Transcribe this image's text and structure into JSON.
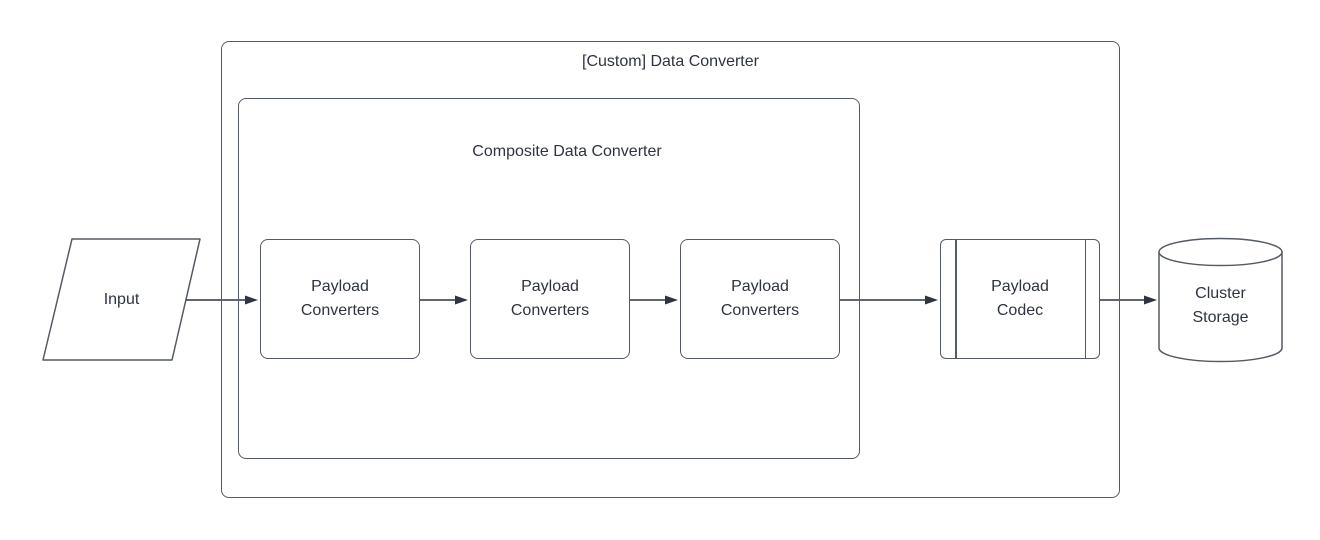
{
  "colors": {
    "background": "#ffffff",
    "shape_stroke": "#545b64",
    "text": "#2e3440",
    "arrow": "#2e3440"
  },
  "outer_container": {
    "label": "[Custom] Data Converter"
  },
  "inner_container": {
    "label": "Composite Data Converter"
  },
  "input_shape": {
    "label": "Input"
  },
  "payload_converters": [
    {
      "label": "Payload\nConverters"
    },
    {
      "label": "Payload\nConverters"
    },
    {
      "label": "Payload\nConverters"
    }
  ],
  "payload_codec": {
    "label": "Payload\nCodec"
  },
  "cluster_storage": {
    "label": "Cluster\nStorage"
  }
}
